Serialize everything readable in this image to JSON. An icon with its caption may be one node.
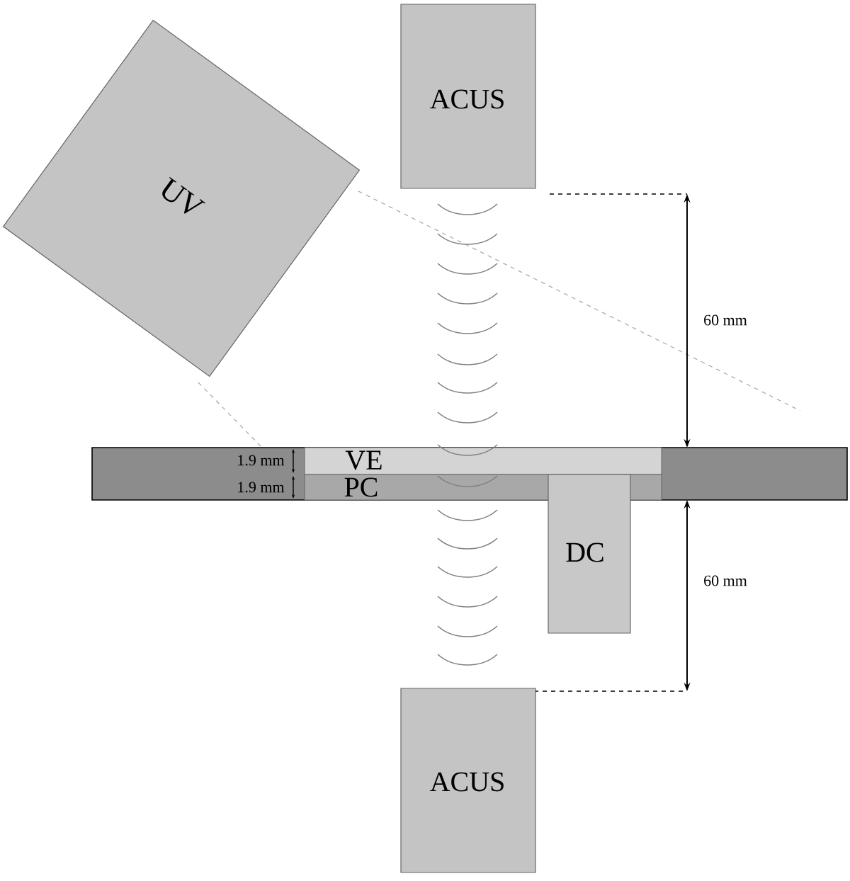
{
  "diagram": {
    "nodes": [
      {
        "text": [
          "ACUS"
        ]
      },
      {
        "text": [
          "UV"
        ]
      },
      {
        "text": [
          "VE"
        ]
      },
      {
        "text": [
          "PC"
        ]
      },
      {
        "text": [
          "DC"
        ]
      },
      {
        "text": [
          "ACUS"
        ]
      }
    ],
    "edges": [],
    "labels": [
      "60 mm",
      "1.9 mm",
      "1.9 mm",
      "60 mm"
    ]
  }
}
